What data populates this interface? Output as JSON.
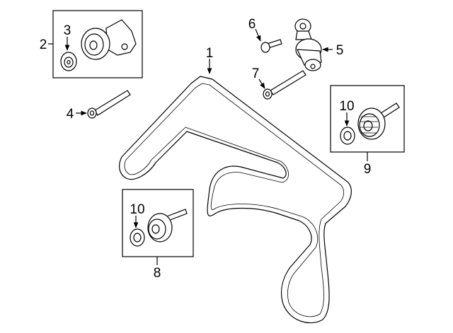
{
  "callouts": {
    "c1": "1",
    "c2": "2",
    "c3": "3",
    "c4": "4",
    "c5": "5",
    "c6": "6",
    "c7": "7",
    "c8": "8",
    "c9": "9",
    "c10a": "10",
    "c10b": "10"
  }
}
